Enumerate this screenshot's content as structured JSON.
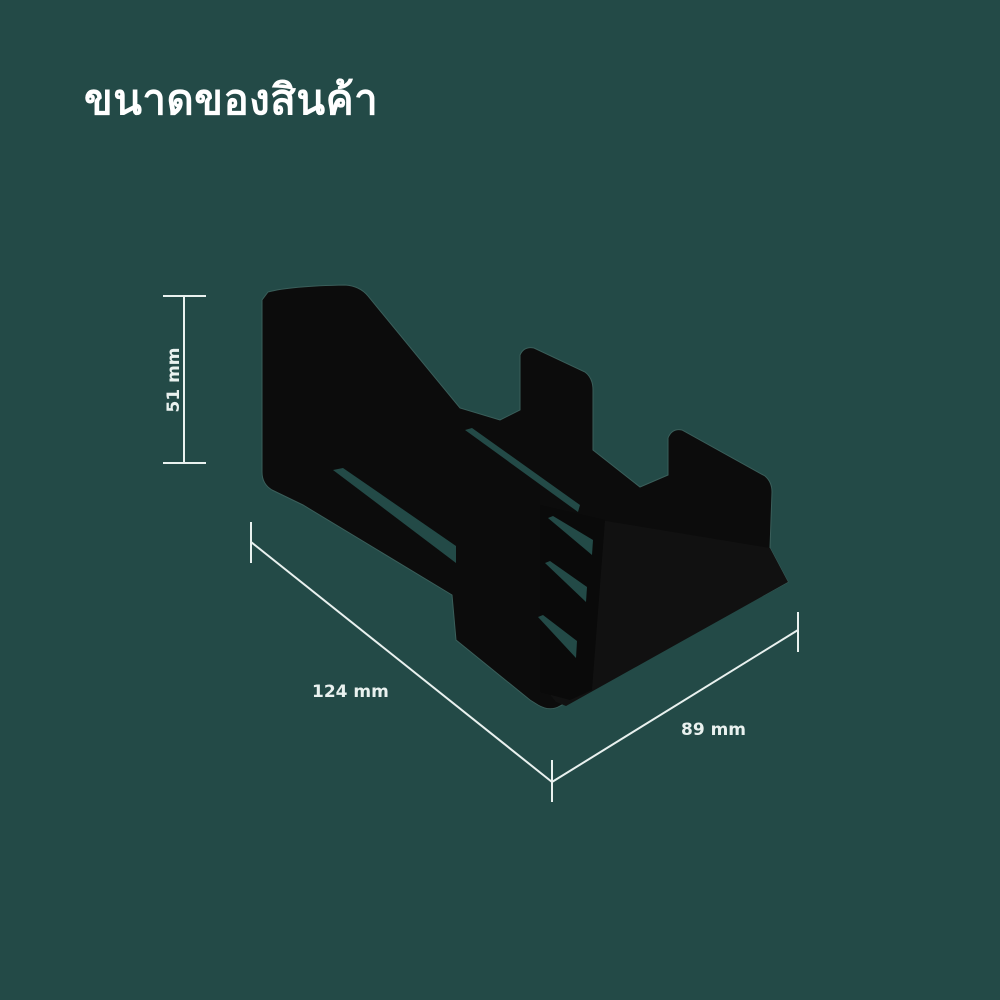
{
  "title": "ขนาดของสินค้า",
  "dimensions": {
    "height": {
      "label": "51 mm",
      "value": 51,
      "unit": "mm"
    },
    "length": {
      "label": "124 mm",
      "value": 124,
      "unit": "mm"
    },
    "width": {
      "label": "89 mm",
      "value": 89,
      "unit": "mm"
    }
  },
  "colors": {
    "background": "#234a47",
    "product": "#0c0c0c",
    "dimension_line": "#e9f1ef",
    "text": "#ffffff"
  }
}
